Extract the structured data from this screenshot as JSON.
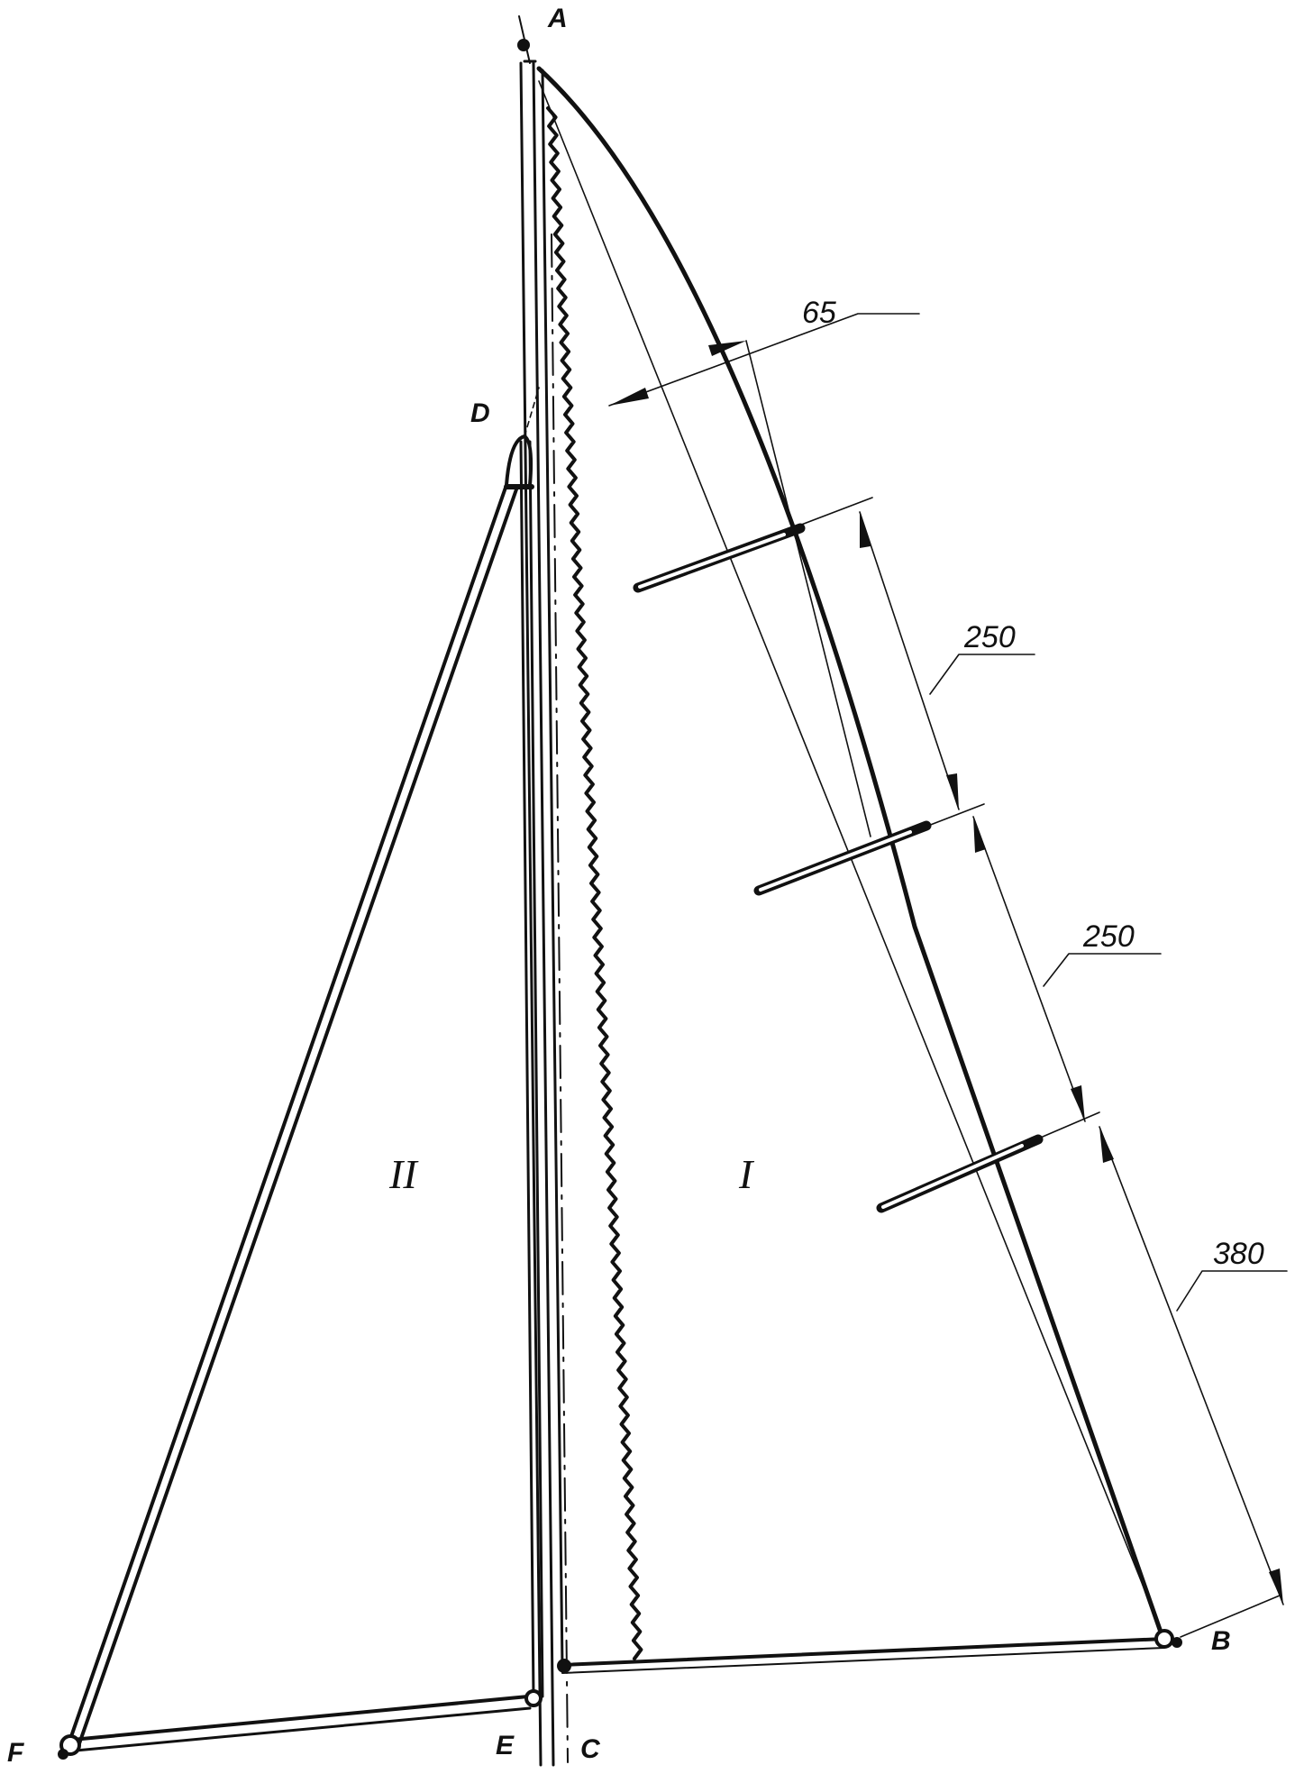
{
  "points": {
    "A": "A",
    "B": "B",
    "C": "C",
    "D": "D",
    "E": "E",
    "F": "F"
  },
  "sails": {
    "main": "I",
    "jib": "II"
  },
  "dimensions": {
    "offset": "65",
    "batten_spacing_upper": "250",
    "batten_spacing_lower": "250",
    "lower_span": "380"
  }
}
